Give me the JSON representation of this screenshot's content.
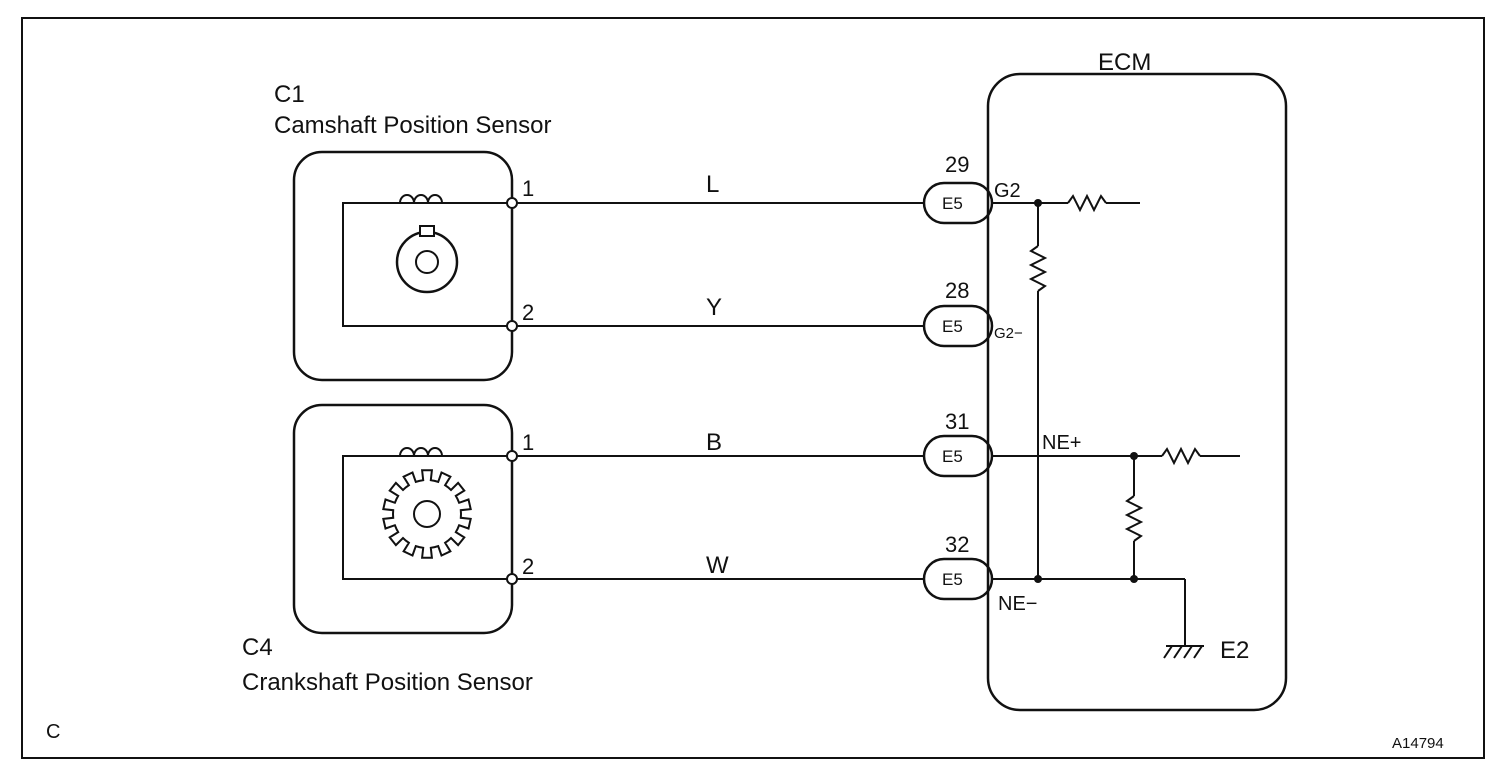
{
  "frame": {
    "corner_label": "C",
    "figure_code": "A14794"
  },
  "ecm": {
    "title": "ECM",
    "ground_label": "E2"
  },
  "sensors": [
    {
      "id": "C1",
      "name": "Camshaft Position Sensor"
    },
    {
      "id": "C4",
      "name": "Crankshaft Position Sensor"
    }
  ],
  "sensor_pins": [
    "1",
    "2",
    "1",
    "2"
  ],
  "wires": [
    {
      "color": "L",
      "pin": "29",
      "connector": "E5",
      "signal": "G2"
    },
    {
      "color": "Y",
      "pin": "28",
      "connector": "E5",
      "signal": "G2−"
    },
    {
      "color": "B",
      "pin": "31",
      "connector": "E5",
      "signal": "NE+"
    },
    {
      "color": "W",
      "pin": "32",
      "connector": "E5",
      "signal": "NE−"
    }
  ]
}
